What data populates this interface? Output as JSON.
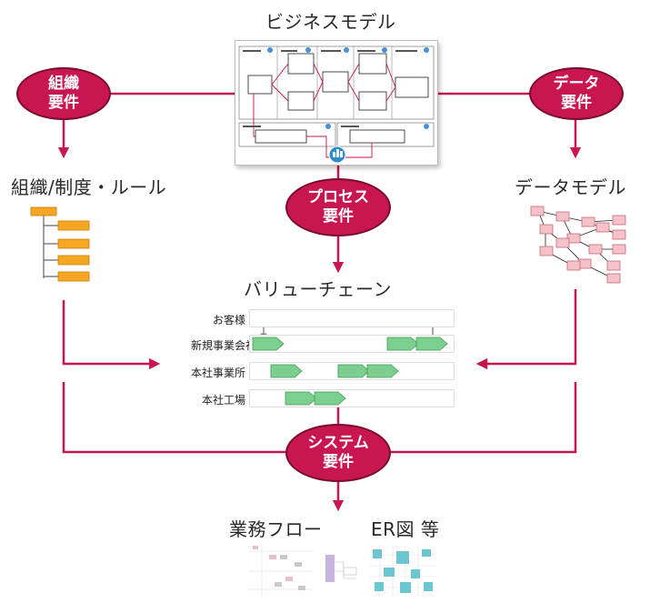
{
  "titles": {
    "business_model": "ビジネスモデル",
    "org_rules": "組織/制度・ルール",
    "data_model": "データモデル",
    "value_chain": "バリューチェーン",
    "business_flow": "業務フロー",
    "er_diagram": "ER図 等"
  },
  "requirements": {
    "organization": [
      "組織",
      "要件"
    ],
    "data": [
      "データ",
      "要件"
    ],
    "process": [
      "プロセス",
      "要件"
    ],
    "system": [
      "システム",
      "要件"
    ]
  },
  "value_chain": {
    "lanes": [
      "お客様",
      "新規事業会社",
      "本社事業所",
      "本社工場"
    ]
  },
  "colors": {
    "accent": "#c8164f",
    "accent_border": "#7a0c2e",
    "chevron": "#7ccf8e",
    "org_box": "#f5a623",
    "data_box": "#f4c2c8"
  }
}
